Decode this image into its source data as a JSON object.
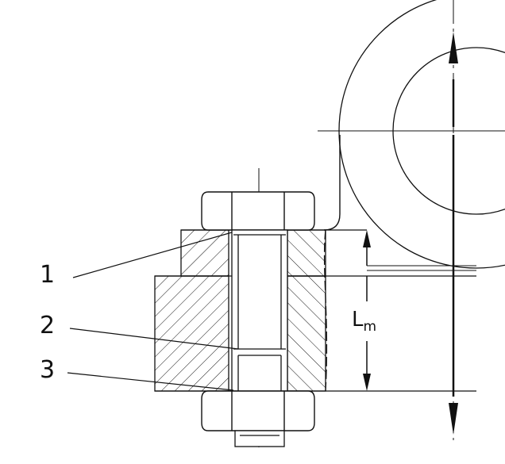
{
  "callouts": {
    "one": "1",
    "two": "2",
    "three": "3"
  },
  "dimension": {
    "symbol": "L",
    "subscript": "m"
  },
  "colors": {
    "line": "#111111",
    "background": "#ffffff"
  }
}
